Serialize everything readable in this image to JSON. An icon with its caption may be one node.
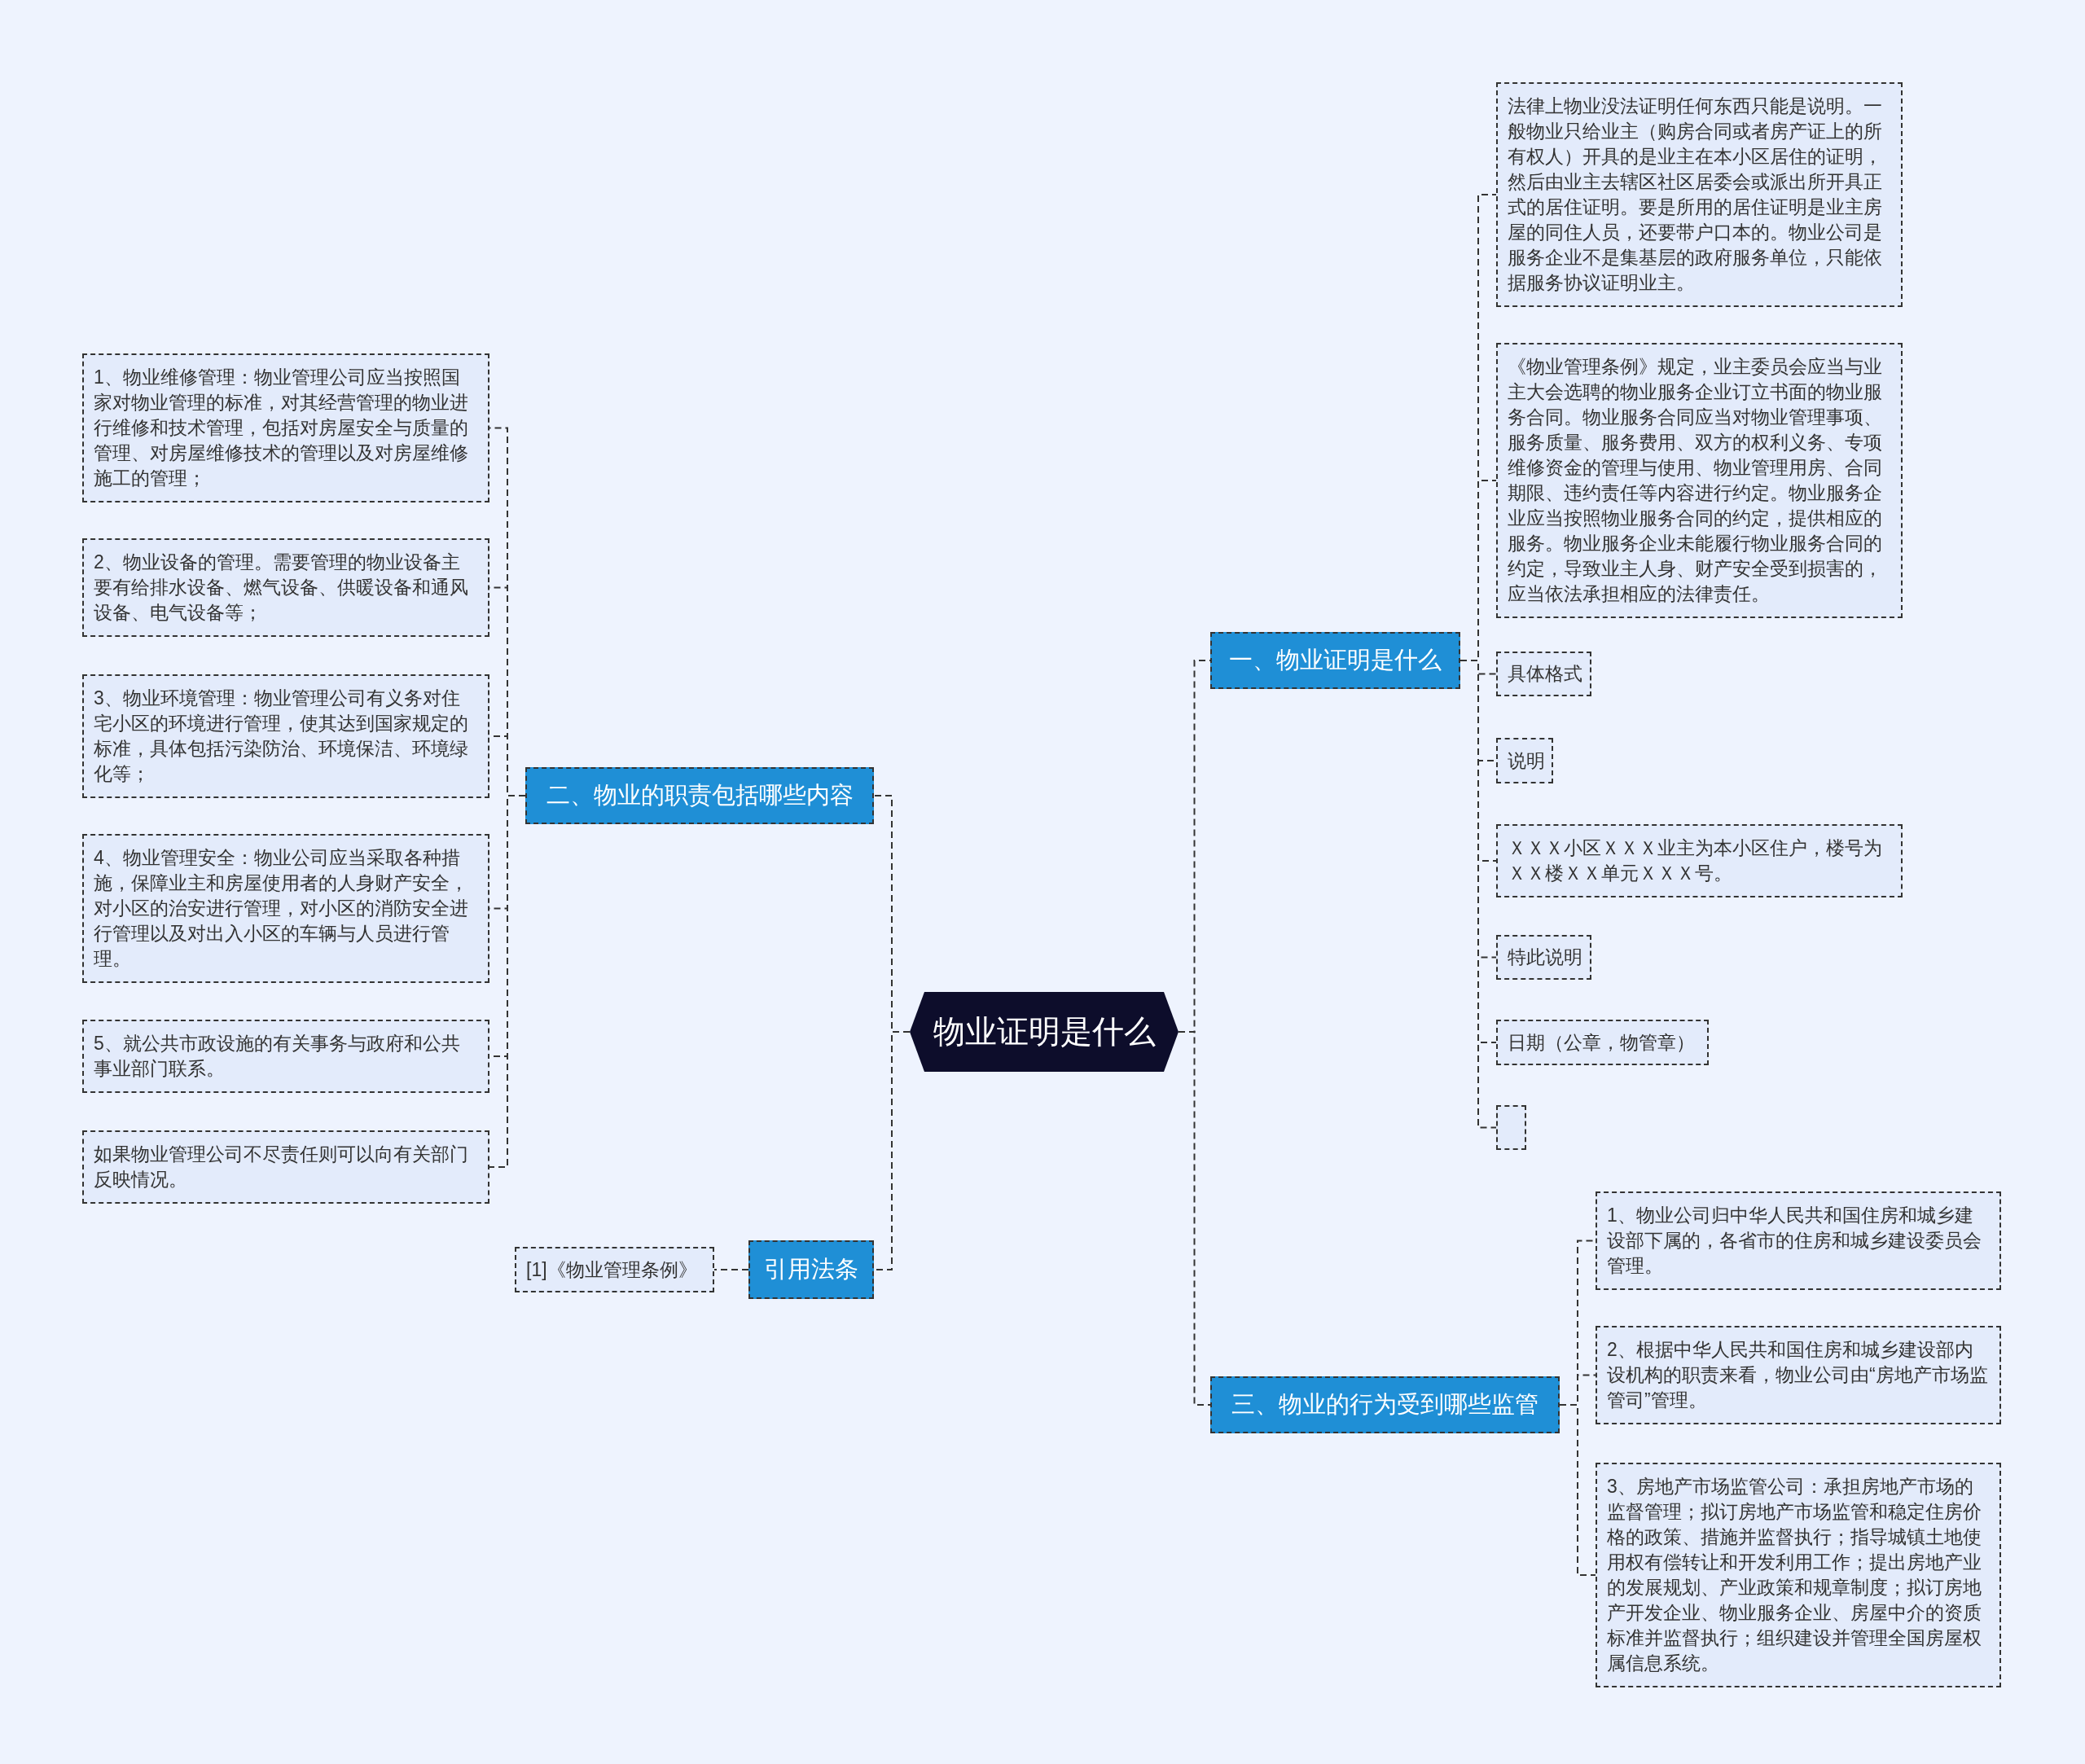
{
  "diagram": {
    "nodes": [
      {
        "text": [
          "物业证明是什么"
        ]
      },
      {
        "text": [
          "一、物业证明是什么"
        ]
      },
      {
        "text": [
          "法律上物业没法证明任何东西只能是说明。一般物业只给业主（购房合同或者房产证上的所有权人）开具的是业主在本小区居住的证明，然后由业主去辖区社区居委会或派出所开具正式的居住证明。要是所用的居住证明是业主房屋的同住人员，还要带户口本的。物业公司是服务企业不是集基层的政府服务单位，只能依据服务协议证明业主。"
        ]
      },
      {
        "text": [
          "《物业管理条例》规定，业主委员会应当与业主大会选聘的物业服务企业订立书面的物业服务合同。物业服务合同应当对物业管理事项、服务质量、服务费用、双方的权利义务、专项维修资金的管理与使用、物业管理用房、合同期限、违约责任等内容进行约定。物业服务企业应当按照物业服务合同的约定，提供相应的服务。物业服务企业未能履行物业服务合同的约定，导致业主人身、财产安全受到损害的，应当依法承担相应的法律责任。"
        ]
      },
      {
        "text": [
          "具体格式"
        ]
      },
      {
        "text": [
          "说明"
        ]
      },
      {
        "text": [
          "ＸＸＸ小区ＸＸＸ业主为本小区住户，楼号为ＸＸ楼ＸＸ单元ＸＸＸ号。"
        ]
      },
      {
        "text": [
          "特此说明"
        ]
      },
      {
        "text": [
          "日期（公章，物管章）"
        ]
      },
      {
        "text": [],
        "shape": "box"
      },
      {
        "text": [
          "三、物业的行为受到哪些监管"
        ]
      },
      {
        "text": [
          "1、物业公司归中华人民共和国住房和城乡建设部下属的，各省市的住房和城乡建设委员会管理。"
        ]
      },
      {
        "text": [
          "2、根据中华人民共和国住房和城乡建设部内设机构的职责来看，物业公司由“房地产市场监管司”管理。"
        ]
      },
      {
        "text": [
          "3、房地产市场监管公司：承担房地产市场的监督管理；拟订房地产市场监管和稳定住房价格的政策、措施并监督执行；指导城镇土地使用权有偿转让和开发利用工作；提出房地产业的发展规划、产业政策和规章制度；拟订房地产开发企业、物业服务企业、房屋中介的资质标准并监督执行；组织建设并管理全国房屋权属信息系统。"
        ]
      },
      {
        "text": [
          "二、物业的职责包括哪些内容"
        ]
      },
      {
        "text": [
          "1、物业维修管理：物业管理公司应当按照国家对物业管理的标准，对其经营管理的物业进行维修和技术管理，包括对房屋安全与质量的管理、对房屋维修技术的管理以及对房屋维修施工的管理；"
        ]
      },
      {
        "text": [
          "2、物业设备的管理。需要管理的物业设备主要有给排水设备、燃气设备、供暖设备和通风设备、电气设备等；"
        ]
      },
      {
        "text": [
          "3、物业环境管理：物业管理公司有义务对住宅小区的环境进行管理，使其达到国家规定的标准，具体包括污染防治、环境保洁、环境绿化等；"
        ]
      },
      {
        "text": [
          "4、物业管理安全：物业公司应当采取各种措施，保障业主和房屋使用者的人身财产安全，对小区的治安进行管理，对小区的消防安全进行管理以及对出入小区的车辆与人员进行管理。"
        ]
      },
      {
        "text": [
          "5、就公共市政设施的有关事务与政府和公共事业部门联系。"
        ]
      },
      {
        "text": [
          "如果物业管理公司不尽责任则可以向有关部门反映情况。"
        ]
      },
      {
        "text": [
          "引用法条"
        ]
      },
      {
        "text": [
          "[1]《物业管理条例》"
        ]
      }
    ],
    "edges": [
      {
        "from": 0,
        "to": 1,
        "arrow": "none"
      },
      {
        "from": 1,
        "to": 2,
        "arrow": "none"
      },
      {
        "from": 1,
        "to": 3,
        "arrow": "none"
      },
      {
        "from": 1,
        "to": 4,
        "arrow": "none"
      },
      {
        "from": 1,
        "to": 5,
        "arrow": "none"
      },
      {
        "from": 1,
        "to": 6,
        "arrow": "none"
      },
      {
        "from": 1,
        "to": 7,
        "arrow": "none"
      },
      {
        "from": 1,
        "to": 8,
        "arrow": "none"
      },
      {
        "from": 1,
        "to": 9,
        "arrow": "none"
      },
      {
        "from": 0,
        "to": 10,
        "arrow": "none"
      },
      {
        "from": 10,
        "to": 11,
        "arrow": "none"
      },
      {
        "from": 10,
        "to": 12,
        "arrow": "none"
      },
      {
        "from": 10,
        "to": 13,
        "arrow": "none"
      },
      {
        "from": 0,
        "to": 14,
        "arrow": "none"
      },
      {
        "from": 14,
        "to": 15,
        "arrow": "none"
      },
      {
        "from": 14,
        "to": 16,
        "arrow": "none"
      },
      {
        "from": 14,
        "to": 17,
        "arrow": "none"
      },
      {
        "from": 14,
        "to": 18,
        "arrow": "none"
      },
      {
        "from": 14,
        "to": 19,
        "arrow": "none"
      },
      {
        "from": 14,
        "to": 20,
        "arrow": "none"
      },
      {
        "from": 0,
        "to": 21,
        "arrow": "none"
      },
      {
        "from": 21,
        "to": 22,
        "arrow": "none"
      }
    ]
  }
}
